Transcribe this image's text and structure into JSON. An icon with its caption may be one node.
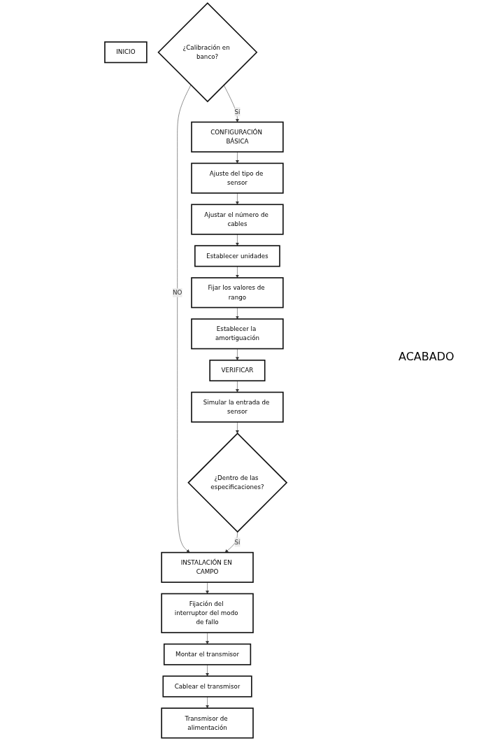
{
  "diagram": {
    "nodes": [
      {
        "text": [
          "INICIO"
        ]
      },
      {
        "text": [
          "¿Calibración en banco?"
        ]
      },
      {
        "text": [
          "CONFIGURACIÓN BÁSICA"
        ]
      },
      {
        "text": [
          "Ajuste del tipo de sensor"
        ]
      },
      {
        "text": [
          "Ajustar el número de cables"
        ]
      },
      {
        "text": [
          "Establecer unidades"
        ]
      },
      {
        "text": [
          "Fijar los valores de rango"
        ]
      },
      {
        "text": [
          "Establecer la amortiguación"
        ]
      },
      {
        "text": [
          "VERIFICAR"
        ]
      },
      {
        "text": [
          "Simular la entrada de sensor"
        ]
      },
      {
        "text": [
          "¿Dentro de las especificaciones?"
        ]
      },
      {
        "text": [
          "INSTALACIÓN EN CAMPO"
        ]
      },
      {
        "text": [
          "Fijación del interruptor del modo de fallo"
        ]
      },
      {
        "text": [
          "Montar el transmisor"
        ]
      },
      {
        "text": [
          "Cablear el transmisor"
        ]
      },
      {
        "text": [
          "Transmisor de alimentación"
        ]
      }
    ],
    "edges": [
      {
        "from": 1,
        "to": 2,
        "arrow": "to",
        "label": "Sí"
      },
      {
        "from": 1,
        "to": 11,
        "arrow": "to",
        "label": "NO"
      },
      {
        "from": 2,
        "to": 3,
        "arrow": "to"
      },
      {
        "from": 3,
        "to": 4,
        "arrow": "to"
      },
      {
        "from": 4,
        "to": 5,
        "arrow": "to"
      },
      {
        "from": 5,
        "to": 6,
        "arrow": "to"
      },
      {
        "from": 6,
        "to": 7,
        "arrow": "to"
      },
      {
        "from": 7,
        "to": 8,
        "arrow": "to"
      },
      {
        "from": 8,
        "to": 9,
        "arrow": "to"
      },
      {
        "from": 9,
        "to": 10,
        "arrow": "to"
      },
      {
        "from": 10,
        "to": 11,
        "arrow": "to",
        "label": "Sí"
      },
      {
        "from": 11,
        "to": 12,
        "arrow": "to"
      },
      {
        "from": 12,
        "to": 13,
        "arrow": "to"
      },
      {
        "from": 13,
        "to": 14,
        "arrow": "to"
      },
      {
        "from": 14,
        "to": 15,
        "arrow": "to"
      }
    ],
    "labels": [
      "ACABADO"
    ]
  }
}
